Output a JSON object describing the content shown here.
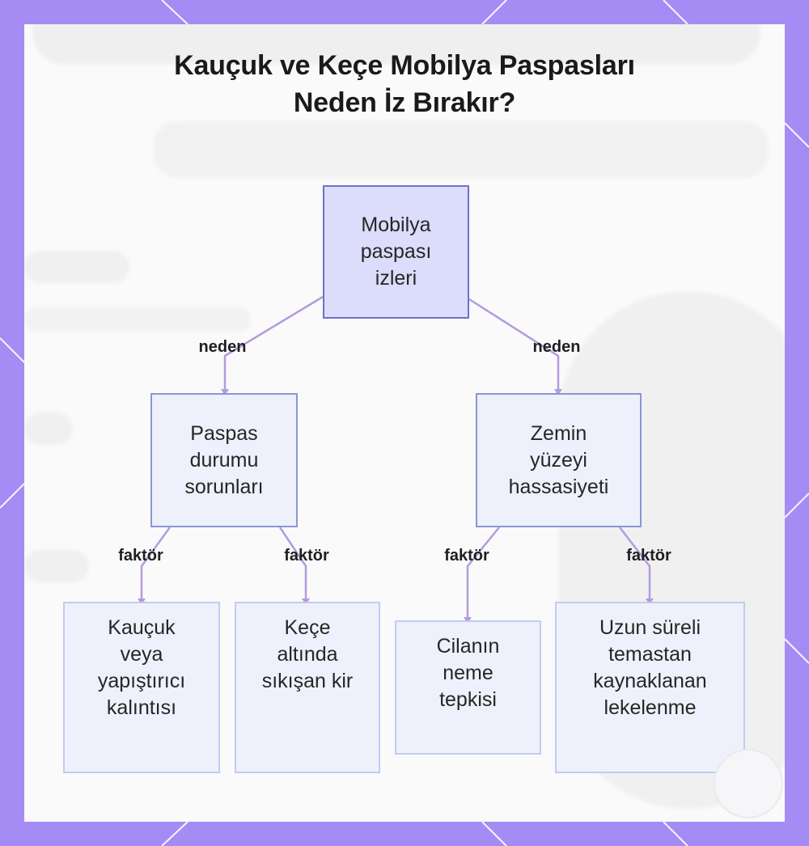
{
  "title": {
    "line1": "Kauçuk ve Keçe Mobilya Paspasları",
    "line2": "Neden İz Bırakır?"
  },
  "nodes": {
    "root": {
      "lines": [
        "Mobilya",
        "paspası",
        "izleri"
      ]
    },
    "pad_condition": {
      "lines": [
        "Paspas",
        "durumu",
        "sorunları"
      ]
    },
    "floor_sensitivity": {
      "lines": [
        "Zemin",
        "yüzeyi",
        "hassasiyeti"
      ]
    },
    "rubber_residue": {
      "lines": [
        "Kauçuk",
        "veya",
        "yapıştırıcı",
        "kalıntısı"
      ]
    },
    "felt_dirt": {
      "lines": [
        "Keçe",
        "altında",
        "sıkışan kir"
      ]
    },
    "finish_moisture": {
      "lines": [
        "Cilanın",
        "neme",
        "tepkisi"
      ]
    },
    "long_contact": {
      "lines": [
        "Uzun süreli",
        "temastan",
        "kaynaklanan",
        "lekelenme"
      ]
    }
  },
  "edge_labels": {
    "cause_left": "neden",
    "cause_right": "neden",
    "factor_1": "faktör",
    "factor_2": "faktör",
    "factor_3": "faktör",
    "factor_4": "faktör"
  },
  "colors": {
    "frame": "#a48cf4",
    "connector": "#b39bdf",
    "root_fill": "#dcdcfb",
    "root_border": "#6f72c9"
  }
}
